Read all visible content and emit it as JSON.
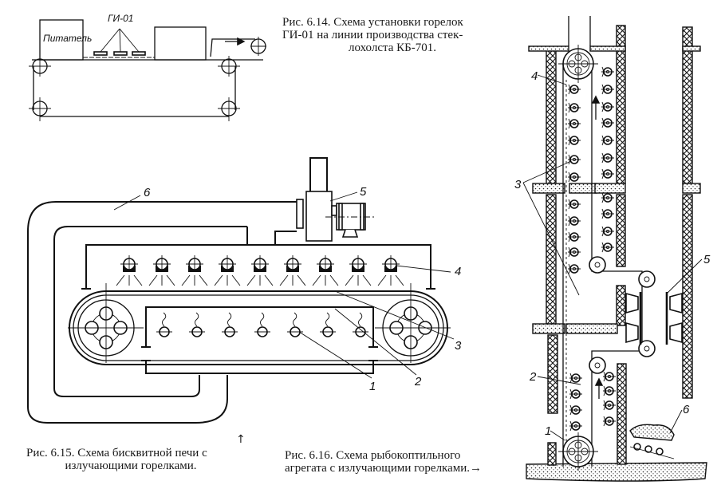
{
  "figures": [
    {
      "id": "fig-6-14",
      "caption": "Рис. 6.14. Схема установки горелок ГИ-01 на линии производства стеклохолста КБ-701.",
      "caption_lines": [
        "Рис. 6.14. Схема установки горелок",
        "ГИ-01 на линии производства стек-",
        "лохолста КБ-701."
      ],
      "labels": {
        "feeder": "Питатель",
        "burner_group": "ГИ-01"
      },
      "burner_count": 3
    },
    {
      "id": "fig-6-15",
      "caption": "Рис. 6.15. Схема бисквитной печи с излучающими горелками.",
      "caption_lines": [
        "Рис. 6.15. Схема бисквитной печи с",
        "излучающими горелками."
      ],
      "arrow_glyph": "↑",
      "callouts": [
        "1",
        "2",
        "3",
        "4",
        "5",
        "6"
      ],
      "top_burner_count": 9,
      "bottom_burner_count": 7
    },
    {
      "id": "fig-6-16",
      "caption": "Рис. 6.16. Схема рыбокоптильного агрегата с излучающими горелками.",
      "caption_lines": [
        "Рис. 6.16.  Схема  рыбокоптильного",
        "агрегата  с  излучающими  горелками.→"
      ],
      "callouts": [
        "1",
        "2",
        "3",
        "4",
        "5",
        "6"
      ]
    }
  ]
}
